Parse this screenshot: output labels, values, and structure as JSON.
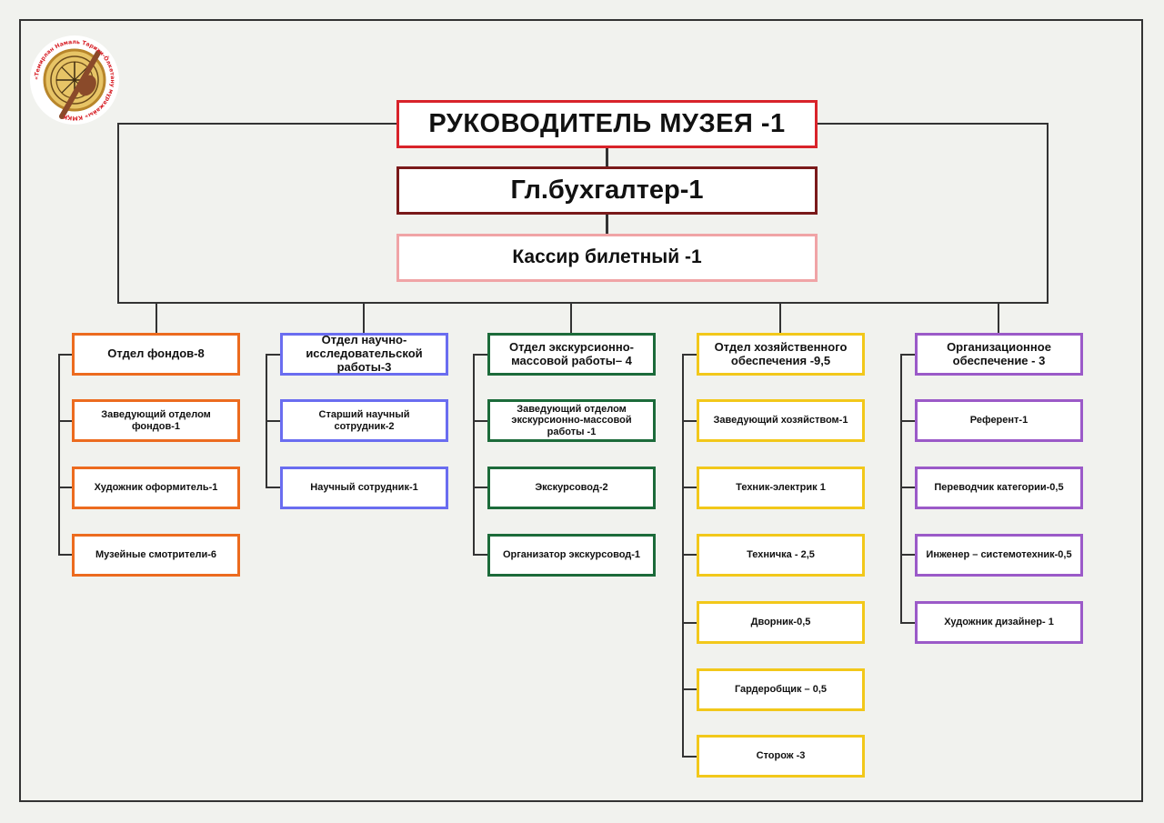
{
  "logo": {
    "ring_text": "«Темирлан Намаль Тарихи-Ӧлкетану мұражайы» КМҚК",
    "colors": {
      "ring": "#d8232a",
      "gold": "#d9a83a",
      "wood": "#8a4a2a"
    }
  },
  "colors": {
    "head": "#d8232a",
    "accountant": "#7a1a1a",
    "cashier": "#f0a4a6",
    "funds": "#ec6b1f",
    "research": "#6a6df0",
    "excursion": "#1c6b3a",
    "maintenance": "#f2c81a",
    "organization": "#9b5ac8",
    "connector": "#333333"
  },
  "top": {
    "head": "РУКОВОДИТЕЛЬ МУЗЕЯ -1",
    "accountant": "Гл.бухгалтер-1",
    "cashier": "Кассир билетный -1"
  },
  "departments": [
    {
      "title": "Отдел фондов-8",
      "items": [
        "Заведующий отделом фондов-1",
        "Художник оформитель-1",
        "Музейные смотрители-6"
      ]
    },
    {
      "title": "Отдел научно-исследовательской работы-3",
      "items": [
        "Старший научный сотрудник-2",
        "Научный сотрудник-1"
      ]
    },
    {
      "title": "Отдел экскурсионно-массовой работы– 4",
      "items": [
        "Заведующий отделом экскурсионно-массовой работы -1",
        "Экскурсовод-2",
        "Организатор экскурсовод-1"
      ]
    },
    {
      "title": "Отдел хозяйственного обеспечения -9,5",
      "items": [
        "Заведующий хозяйством-1",
        "Техник-электрик 1",
        "Техничка - 2,5",
        "Дворник-0,5",
        "Гардеробщик – 0,5",
        "Сторож -3"
      ]
    },
    {
      "title": "Организационное обеспечение - 3",
      "items": [
        "Референт-1",
        "Переводчик категории-0,5",
        "Инженер – системотехник-0,5",
        "Художник дизайнер- 1"
      ]
    }
  ]
}
